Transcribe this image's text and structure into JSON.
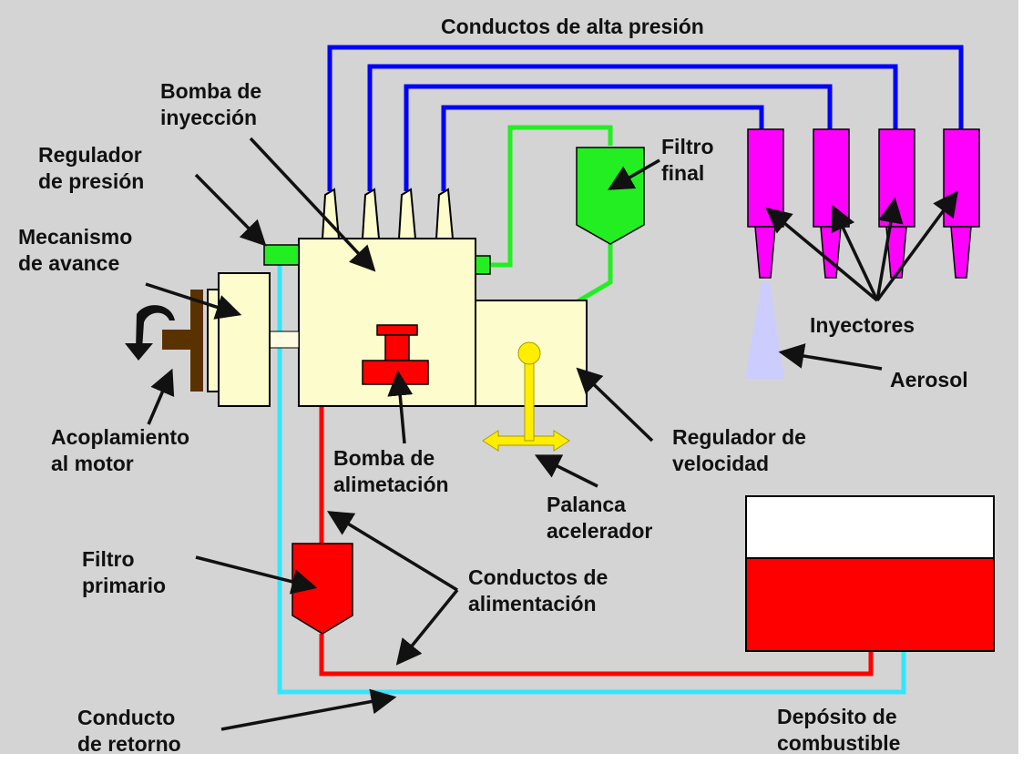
{
  "colors": {
    "background": "#d4d4d4",
    "high_pressure": "#0000ff",
    "supply": "#ff0000",
    "return": "#33e6ff",
    "filtered": "#22ee22",
    "injector": "#ff00ff",
    "pump_body": "#fdfccc",
    "lever": "#ffee00",
    "aerosol": "#ccccff",
    "coupling": "#5a3200"
  },
  "icons": {
    "rotation": "curved-rotation-arrow-icon"
  },
  "labels": {
    "high_pressure": "Conductos de alta presión",
    "pump": [
      "Bomba de",
      "inyección"
    ],
    "pressure_regulator": [
      "Regulador",
      "de presión"
    ],
    "advance": [
      "Mecanismo",
      "de avance"
    ],
    "final_filter": [
      "Filtro",
      "final"
    ],
    "injectors": "Inyectores",
    "aerosol": "Aerosol",
    "coupling": [
      "Acoplamiento",
      "al motor"
    ],
    "feed_pump": [
      "Bomba de",
      "alimetación"
    ],
    "speed_regulator": [
      "Regulador de",
      "velocidad"
    ],
    "throttle": [
      "Palanca",
      "acelerador"
    ],
    "primary_filter": [
      "Filtro",
      "primario"
    ],
    "supply_lines": [
      "Conductos de",
      "alimentación"
    ],
    "return_line": [
      "Conducto",
      "de retorno"
    ],
    "tank": [
      "Depósito de",
      "combustible"
    ]
  }
}
